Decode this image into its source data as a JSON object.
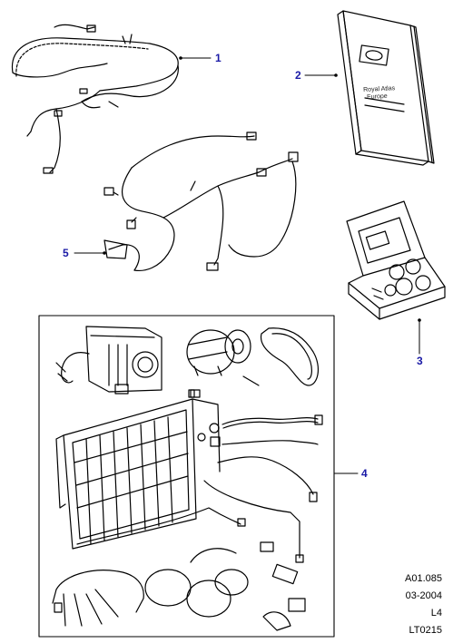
{
  "callouts": [
    "1",
    "2",
    "3",
    "4",
    "5"
  ],
  "book": {
    "line1": "Royal Atlas",
    "line2": "Europe"
  },
  "footer": {
    "code": "A01.085",
    "date": "03-2004",
    "level": "L4",
    "ref": "LT0215"
  },
  "colors": {
    "callout": "#1a1aa6",
    "line": "#000000"
  }
}
